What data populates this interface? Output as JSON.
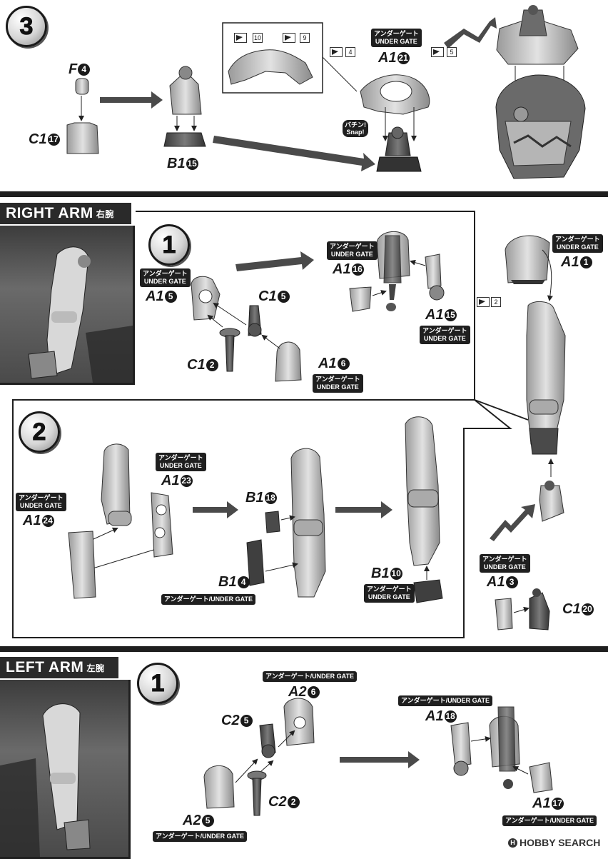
{
  "steps": {
    "top": "3",
    "right_arm_1": "1",
    "right_arm_2": "2",
    "left_arm_1": "1"
  },
  "sections": {
    "right_arm": {
      "title": "RIGHT ARM",
      "kanji": "右腕"
    },
    "left_arm": {
      "title": "LEFT ARM",
      "kanji": "左腕"
    }
  },
  "gate_texts": {
    "jp_en_two_line": [
      "アンダーゲート",
      "UNDER GATE"
    ],
    "jp_en_one_line": "アンダーゲート/UNDER GATE"
  },
  "snap": [
    "バチン!",
    "Snap!"
  ],
  "cut_tags": [
    "10",
    "9",
    "4",
    "5",
    "2"
  ],
  "parts": {
    "top": {
      "f": {
        "letter": "F",
        "num": "4"
      },
      "c1": {
        "letter": "C1",
        "num": "17"
      },
      "b1": {
        "letter": "B1",
        "num": "15"
      },
      "a1": {
        "letter": "A1",
        "num": "21"
      }
    },
    "right_arm_1": {
      "a1_5": {
        "letter": "A1",
        "num": "5"
      },
      "c1_5": {
        "letter": "C1",
        "num": "5"
      },
      "c1_2": {
        "letter": "C1",
        "num": "2"
      },
      "a1_6": {
        "letter": "A1",
        "num": "6"
      },
      "a1_16": {
        "letter": "A1",
        "num": "16"
      },
      "a1_15": {
        "letter": "A1",
        "num": "15"
      },
      "a1_1": {
        "letter": "A1",
        "num": "1"
      }
    },
    "right_arm_2": {
      "a1_23": {
        "letter": "A1",
        "num": "23"
      },
      "a1_24": {
        "letter": "A1",
        "num": "24"
      },
      "b1_18": {
        "letter": "B1",
        "num": "18"
      },
      "b1_4": {
        "letter": "B1",
        "num": "4"
      },
      "b1_10": {
        "letter": "B1",
        "num": "10"
      },
      "a1_3": {
        "letter": "A1",
        "num": "3"
      },
      "c1_20": {
        "letter": "C1",
        "num": "20"
      }
    },
    "left_arm_1": {
      "a2_6": {
        "letter": "A2",
        "num": "6"
      },
      "c2_5": {
        "letter": "C2",
        "num": "5"
      },
      "c2_2": {
        "letter": "C2",
        "num": "2"
      },
      "a2_5": {
        "letter": "A2",
        "num": "5"
      },
      "a1_18": {
        "letter": "A1",
        "num": "18"
      },
      "a1_17": {
        "letter": "A1",
        "num": "17"
      }
    }
  },
  "watermark": {
    "logo": "H",
    "text": "HOBBY SEARCH"
  },
  "colors": {
    "ink": "#1f1f1f",
    "part_gray": "#bdbdbd",
    "part_dark": "#5c5c5c",
    "arrow": "#4a4a4a"
  }
}
